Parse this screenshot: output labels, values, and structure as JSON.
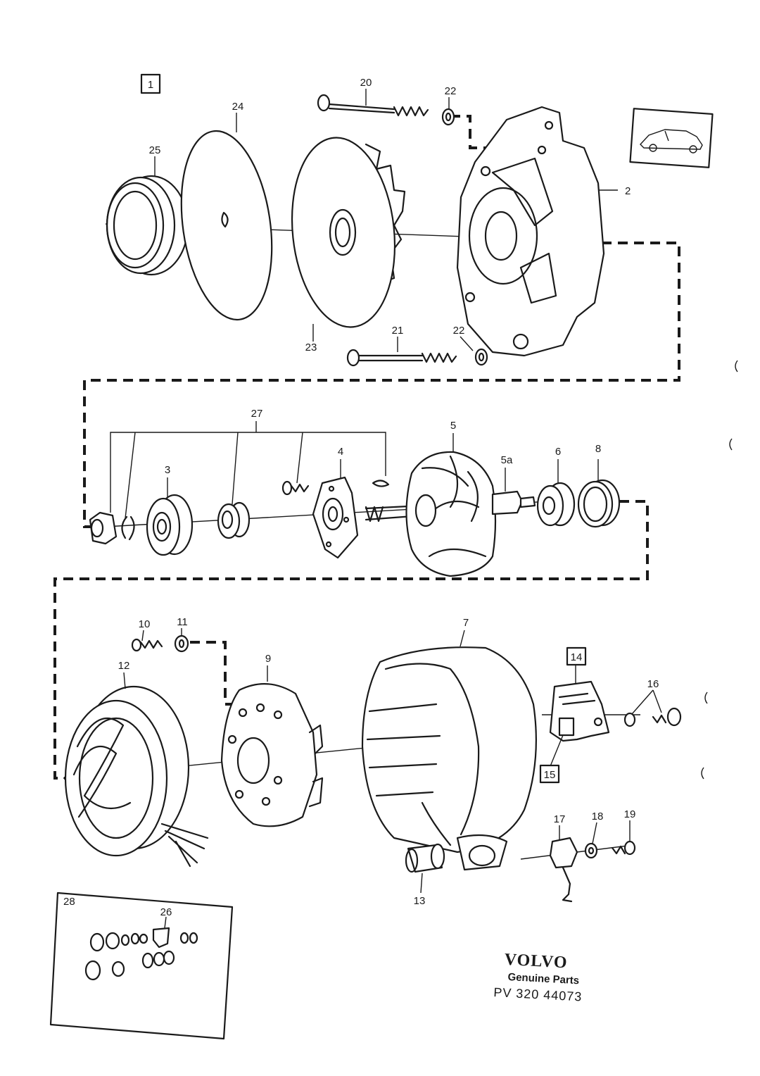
{
  "labels": {
    "l1": "1",
    "l2": "2",
    "l3": "3",
    "l4": "4",
    "l5": "5",
    "l5a": "5a",
    "l6": "6",
    "l7": "7",
    "l8": "8",
    "l9": "9",
    "l10": "10",
    "l11": "11",
    "l12": "12",
    "l13": "13",
    "l14": "14",
    "l15": "15",
    "l16": "16",
    "l17": "17",
    "l18": "18",
    "l19": "19",
    "l20": "20",
    "l21": "21",
    "l22a": "22",
    "l22b": "22",
    "l23": "23",
    "l24": "24",
    "l25": "25",
    "l26": "26",
    "l27": "27",
    "l28": "28"
  },
  "footer": {
    "brand": "VOLVO",
    "subtitle": "Genuine Parts",
    "code": "PV 320  44073"
  }
}
